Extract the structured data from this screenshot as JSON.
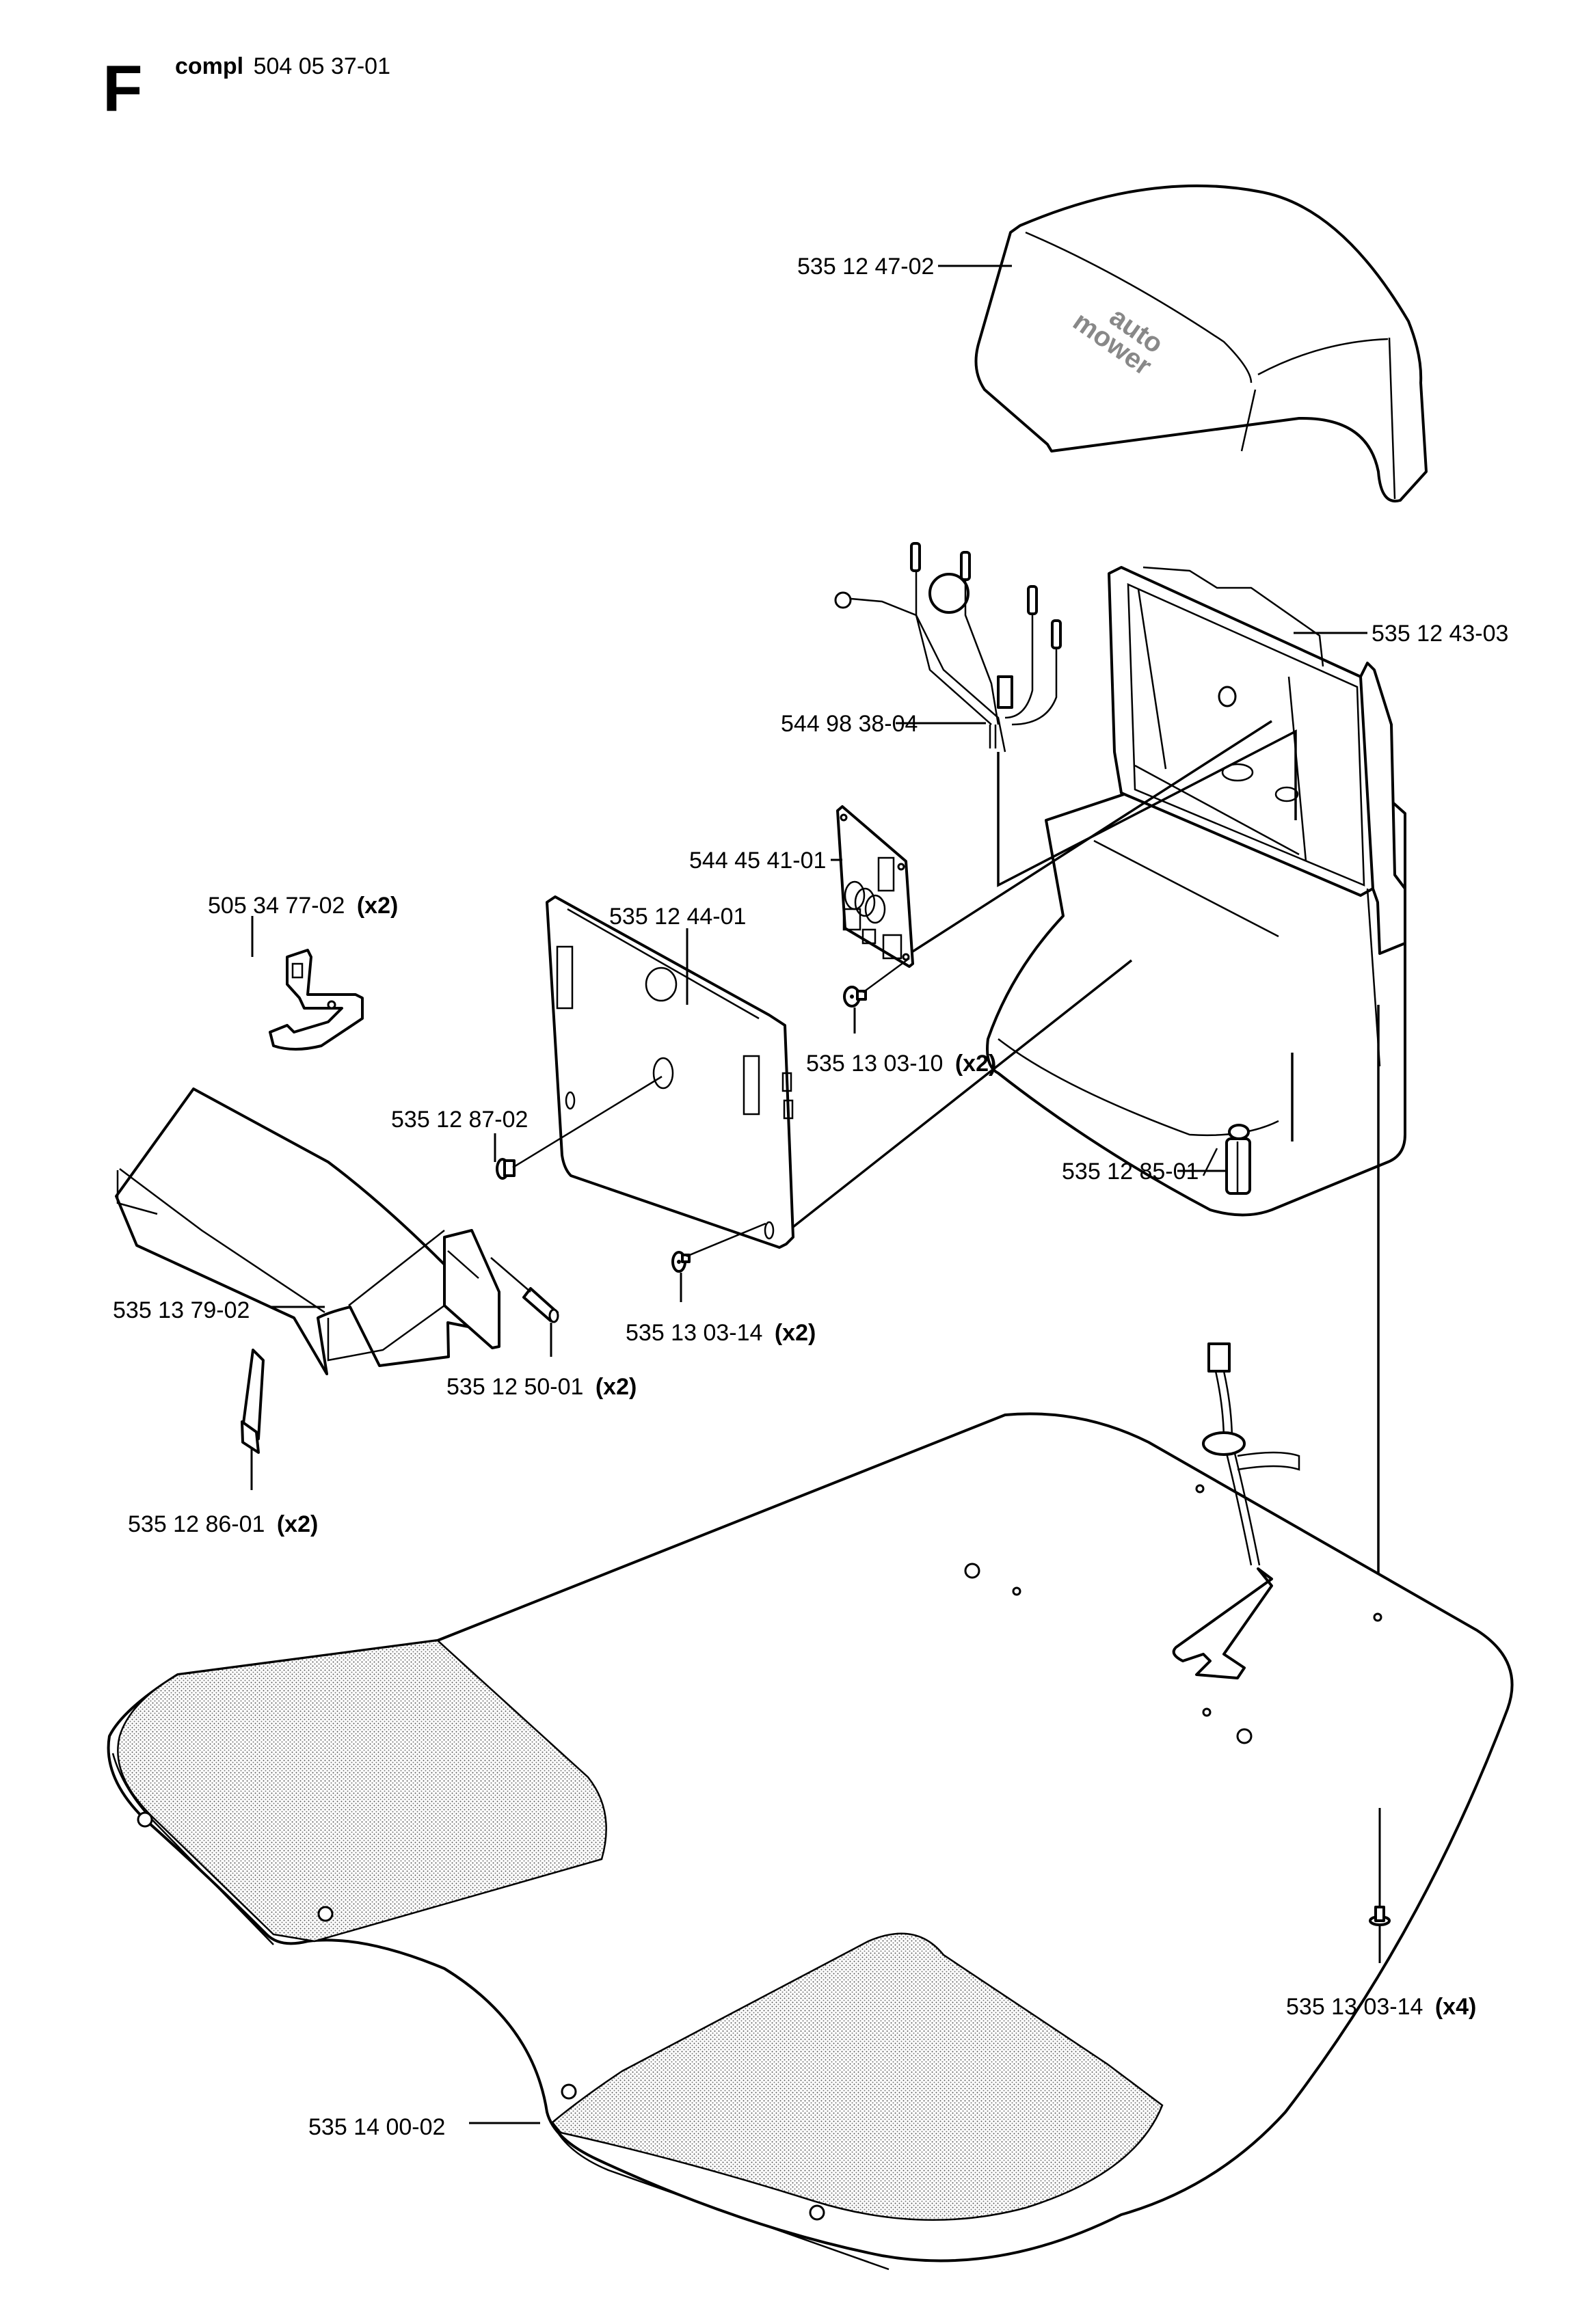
{
  "header": {
    "section_letter": "F",
    "compl_prefix": "compl",
    "compl_number": "504 05 37-01"
  },
  "cover_logo": {
    "line1": "auto",
    "line2": "mower"
  },
  "parts": [
    {
      "id": "p1",
      "part_number": "535 12 47-02",
      "qty": "",
      "description_icon": "top-cover-icon"
    },
    {
      "id": "p2",
      "part_number": "535 12 43-03",
      "qty": "",
      "description_icon": "charging-station-body-icon"
    },
    {
      "id": "p3",
      "part_number": "544 98 38-04",
      "qty": "",
      "description_icon": "wire-harness-icon"
    },
    {
      "id": "p4",
      "part_number": "544 45 41-01",
      "qty": "",
      "description_icon": "circuit-board-icon"
    },
    {
      "id": "p5",
      "part_number": "505 34 77-02",
      "qty": "(x2)",
      "description_icon": "bracket-clip-icon"
    },
    {
      "id": "p6",
      "part_number": "535 12 44-01",
      "qty": "",
      "description_icon": "back-plate-icon"
    },
    {
      "id": "p7",
      "part_number": "535 13 03-10",
      "qty": "(x2)",
      "description_icon": "screw-icon"
    },
    {
      "id": "p8",
      "part_number": "535 12 87-02",
      "qty": "",
      "description_icon": "plug-pin-icon"
    },
    {
      "id": "p9",
      "part_number": "535 12 85-01",
      "qty": "",
      "description_icon": "connector-icon"
    },
    {
      "id": "p10",
      "part_number": "535 13 79-02",
      "qty": "",
      "description_icon": "ramp-cover-icon"
    },
    {
      "id": "p11",
      "part_number": "535 13 03-14",
      "qty": "(x2)",
      "description_icon": "screw-icon"
    },
    {
      "id": "p12",
      "part_number": "535 12 50-01",
      "qty": "(x2)",
      "description_icon": "sleeve-icon"
    },
    {
      "id": "p13",
      "part_number": "535 12 86-01",
      "qty": "(x2)",
      "description_icon": "contact-strip-icon"
    },
    {
      "id": "p14",
      "part_number": "535 13 03-14",
      "qty": "(x4)",
      "description_icon": "screw-icon"
    },
    {
      "id": "p15",
      "part_number": "535 14 00-02",
      "qty": "",
      "description_icon": "base-plate-icon"
    }
  ]
}
